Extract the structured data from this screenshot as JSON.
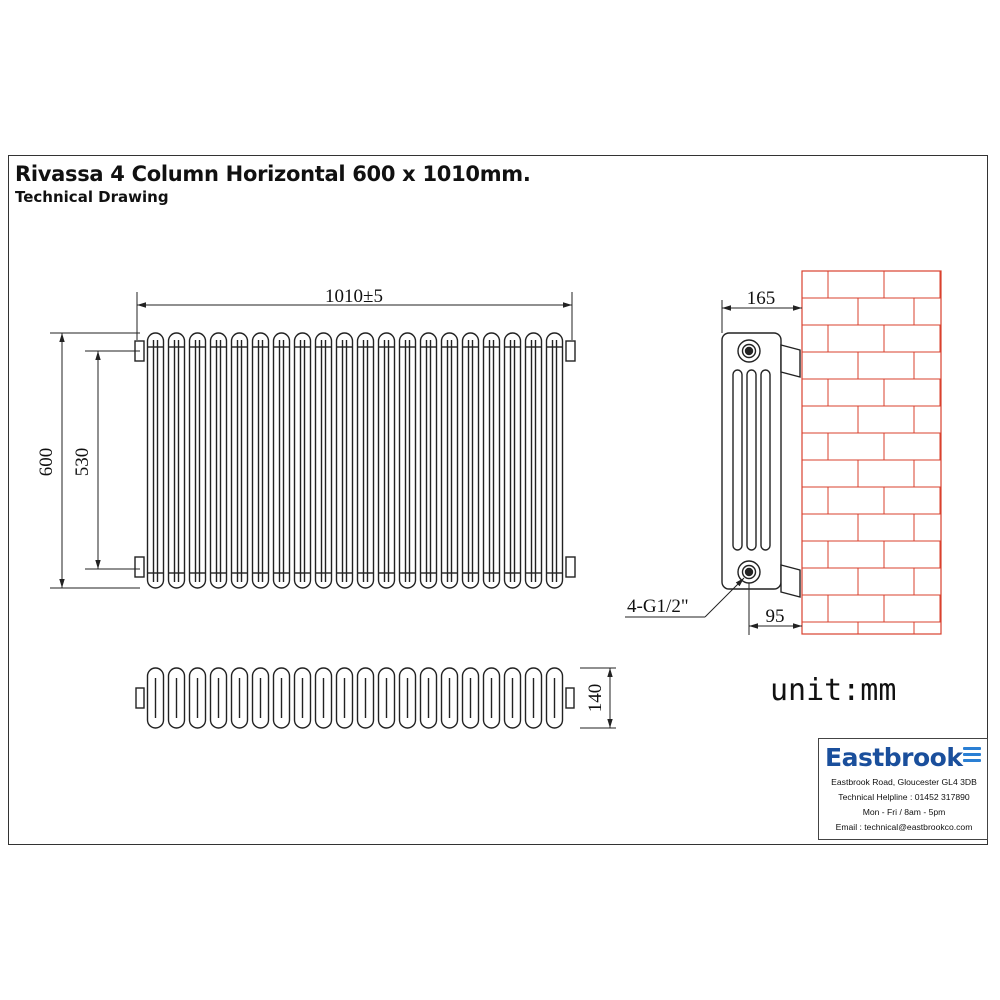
{
  "title": "Rivassa 4 Column Horizontal 600 x 1010mm.",
  "subtitle": "Technical Drawing",
  "dimensions": {
    "width": "1010±5",
    "height_total": "600",
    "centres": "530",
    "depth_side": "165",
    "wall_offset": "95",
    "connection": "4-G1/2\"",
    "depth_plan": "140"
  },
  "unit_label": "unit:mm",
  "contact": {
    "brand": "Eastbrook",
    "address": "Eastbrook Road, Gloucester GL4 3DB",
    "helpline": "Technical Helpline : 01452 317890",
    "hours": "Mon - Fri / 8am - 5pm",
    "email": "Email : technical@eastbrookco.com"
  },
  "colors": {
    "line": "#222222",
    "brick": "#d9412e",
    "brand": "#1a4f9c",
    "brand_icon": "#2a7fd4"
  },
  "icons": {
    "brand_logo": "eastbrook-waves-icon"
  }
}
